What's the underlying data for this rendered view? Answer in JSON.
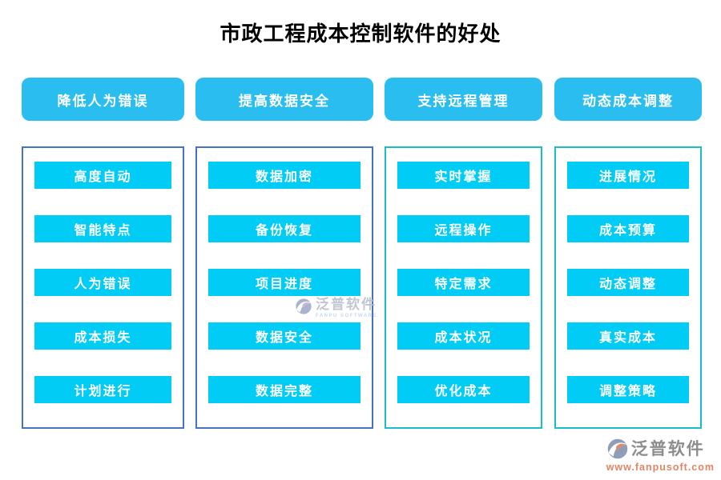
{
  "title": "市政工程成本控制软件的好处",
  "colors": {
    "header_bg": "#2abdf0",
    "item_bg": "#00ccf6",
    "box_border_blue": "#4472c4",
    "box_border_cyan": "#1bbdca",
    "footer_url": "#e08565"
  },
  "columns": [
    {
      "header": "降低人为错误",
      "border": "blue",
      "items": [
        "高度自动",
        "智能特点",
        "人为错误",
        "成本损失",
        "计划进行"
      ]
    },
    {
      "header": "提高数据安全",
      "border": "blue",
      "items": [
        "数据加密",
        "备份恢复",
        "项目进度",
        "数据安全",
        "数据完整"
      ]
    },
    {
      "header": "支持远程管理",
      "border": "cyan",
      "items": [
        "实时掌握",
        "远程操作",
        "特定需求",
        "成本状况",
        "优化成本"
      ]
    },
    {
      "header": "动态成本调整",
      "border": "cyan",
      "items": [
        "进展情况",
        "成本预算",
        "动态调整",
        "真实成本",
        "调整策略"
      ]
    }
  ],
  "watermark": {
    "brand": "泛普软件",
    "subtitle": "FANPU SOFTWARE"
  },
  "footer": {
    "brand": "泛普软件",
    "url": "www.fanpusoft.com"
  }
}
